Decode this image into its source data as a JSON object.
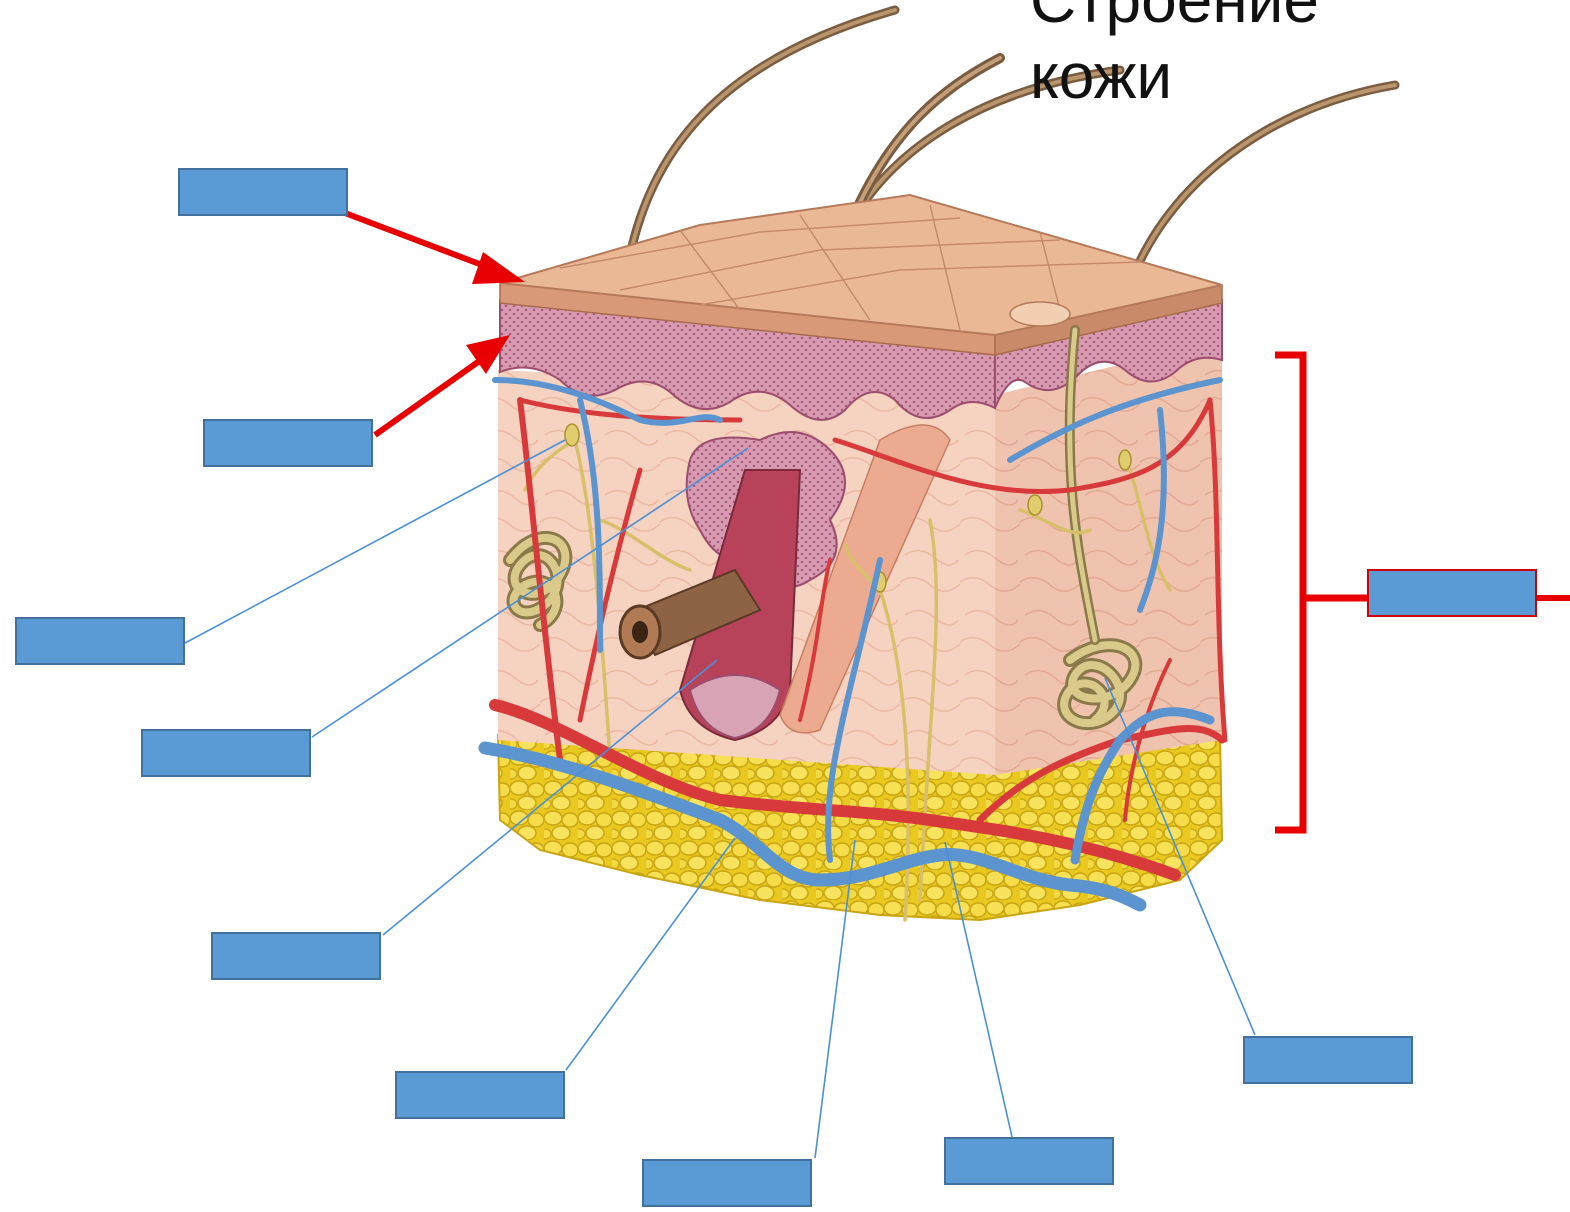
{
  "title": "Строение\nкожи",
  "colors": {
    "label_fill": "#5b9bd5",
    "label_border": "#41719c",
    "arrow": "#e80000",
    "leader": "#4a90d9",
    "artery": "#d8393b",
    "vein": "#5b94cf",
    "nerve": "#d8c06a",
    "fat": "#f2d63a",
    "dermis": "#f4cdb8",
    "epidermis": "#e0a98a",
    "hair": "#8a6a4a"
  },
  "labels": [
    {
      "id": "epidermis-surface",
      "text": "",
      "pointer": "red-arrow"
    },
    {
      "id": "epidermis-base",
      "text": "",
      "pointer": "red-arrow"
    },
    {
      "id": "dermis-layer",
      "text": "",
      "pointer": "red-bracket"
    },
    {
      "id": "nerve-ending",
      "text": "",
      "pointer": "leader-line"
    },
    {
      "id": "sebaceous-gland",
      "text": "",
      "pointer": "leader-line"
    },
    {
      "id": "hair-root",
      "text": "",
      "pointer": "leader-line"
    },
    {
      "id": "artery",
      "text": "",
      "pointer": "leader-line"
    },
    {
      "id": "vein",
      "text": "",
      "pointer": "leader-line"
    },
    {
      "id": "capillary",
      "text": "",
      "pointer": "leader-line"
    },
    {
      "id": "sweat-gland",
      "text": "",
      "pointer": "leader-line"
    }
  ]
}
